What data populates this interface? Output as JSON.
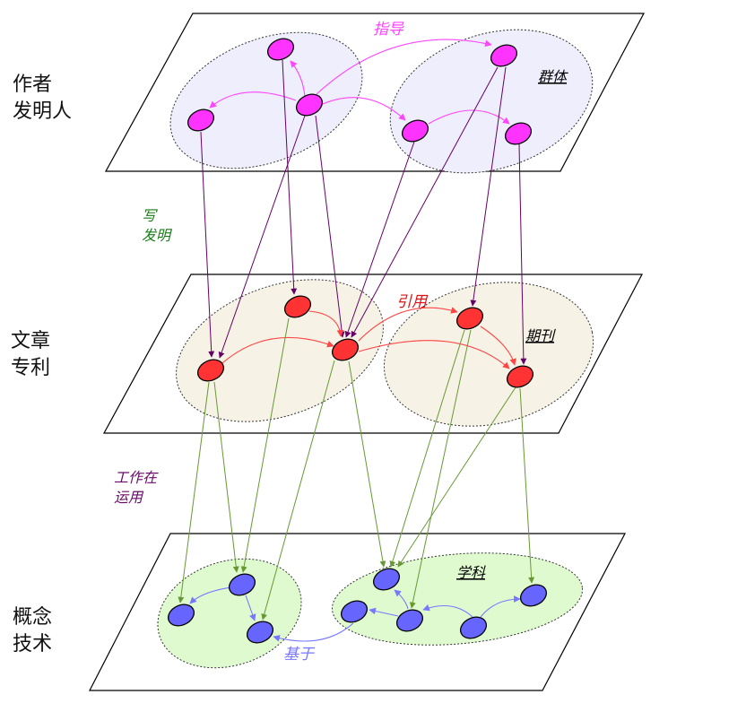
{
  "layers": [
    {
      "id": "authors",
      "label": "作者\n发明人",
      "group_label": "群体",
      "edge_label": "指导",
      "node_color": "#ff33ff",
      "edge_color": "#ff44ff",
      "region_fill": "#eeeefc"
    },
    {
      "id": "papers",
      "label": "文章\n专利",
      "group_label": "期刊",
      "edge_label": "引用",
      "node_color": "#ff3333",
      "edge_color": "#ff4444",
      "region_fill": "#f6f3e6"
    },
    {
      "id": "concepts",
      "label": "概念\n技术",
      "group_label": "学科",
      "edge_label": "基于",
      "node_color": "#6666ff",
      "edge_color": "#7777ff",
      "region_fill": "#e0fad0"
    }
  ],
  "inter_layer_relations": [
    {
      "label": "写\n发明",
      "color": "#1a7a1a",
      "edge_color": "#660066",
      "from": "authors",
      "to": "papers"
    },
    {
      "label": "工作在\n运用",
      "color": "#6a0a6a",
      "edge_color": "#669933",
      "from": "papers",
      "to": "concepts"
    }
  ]
}
